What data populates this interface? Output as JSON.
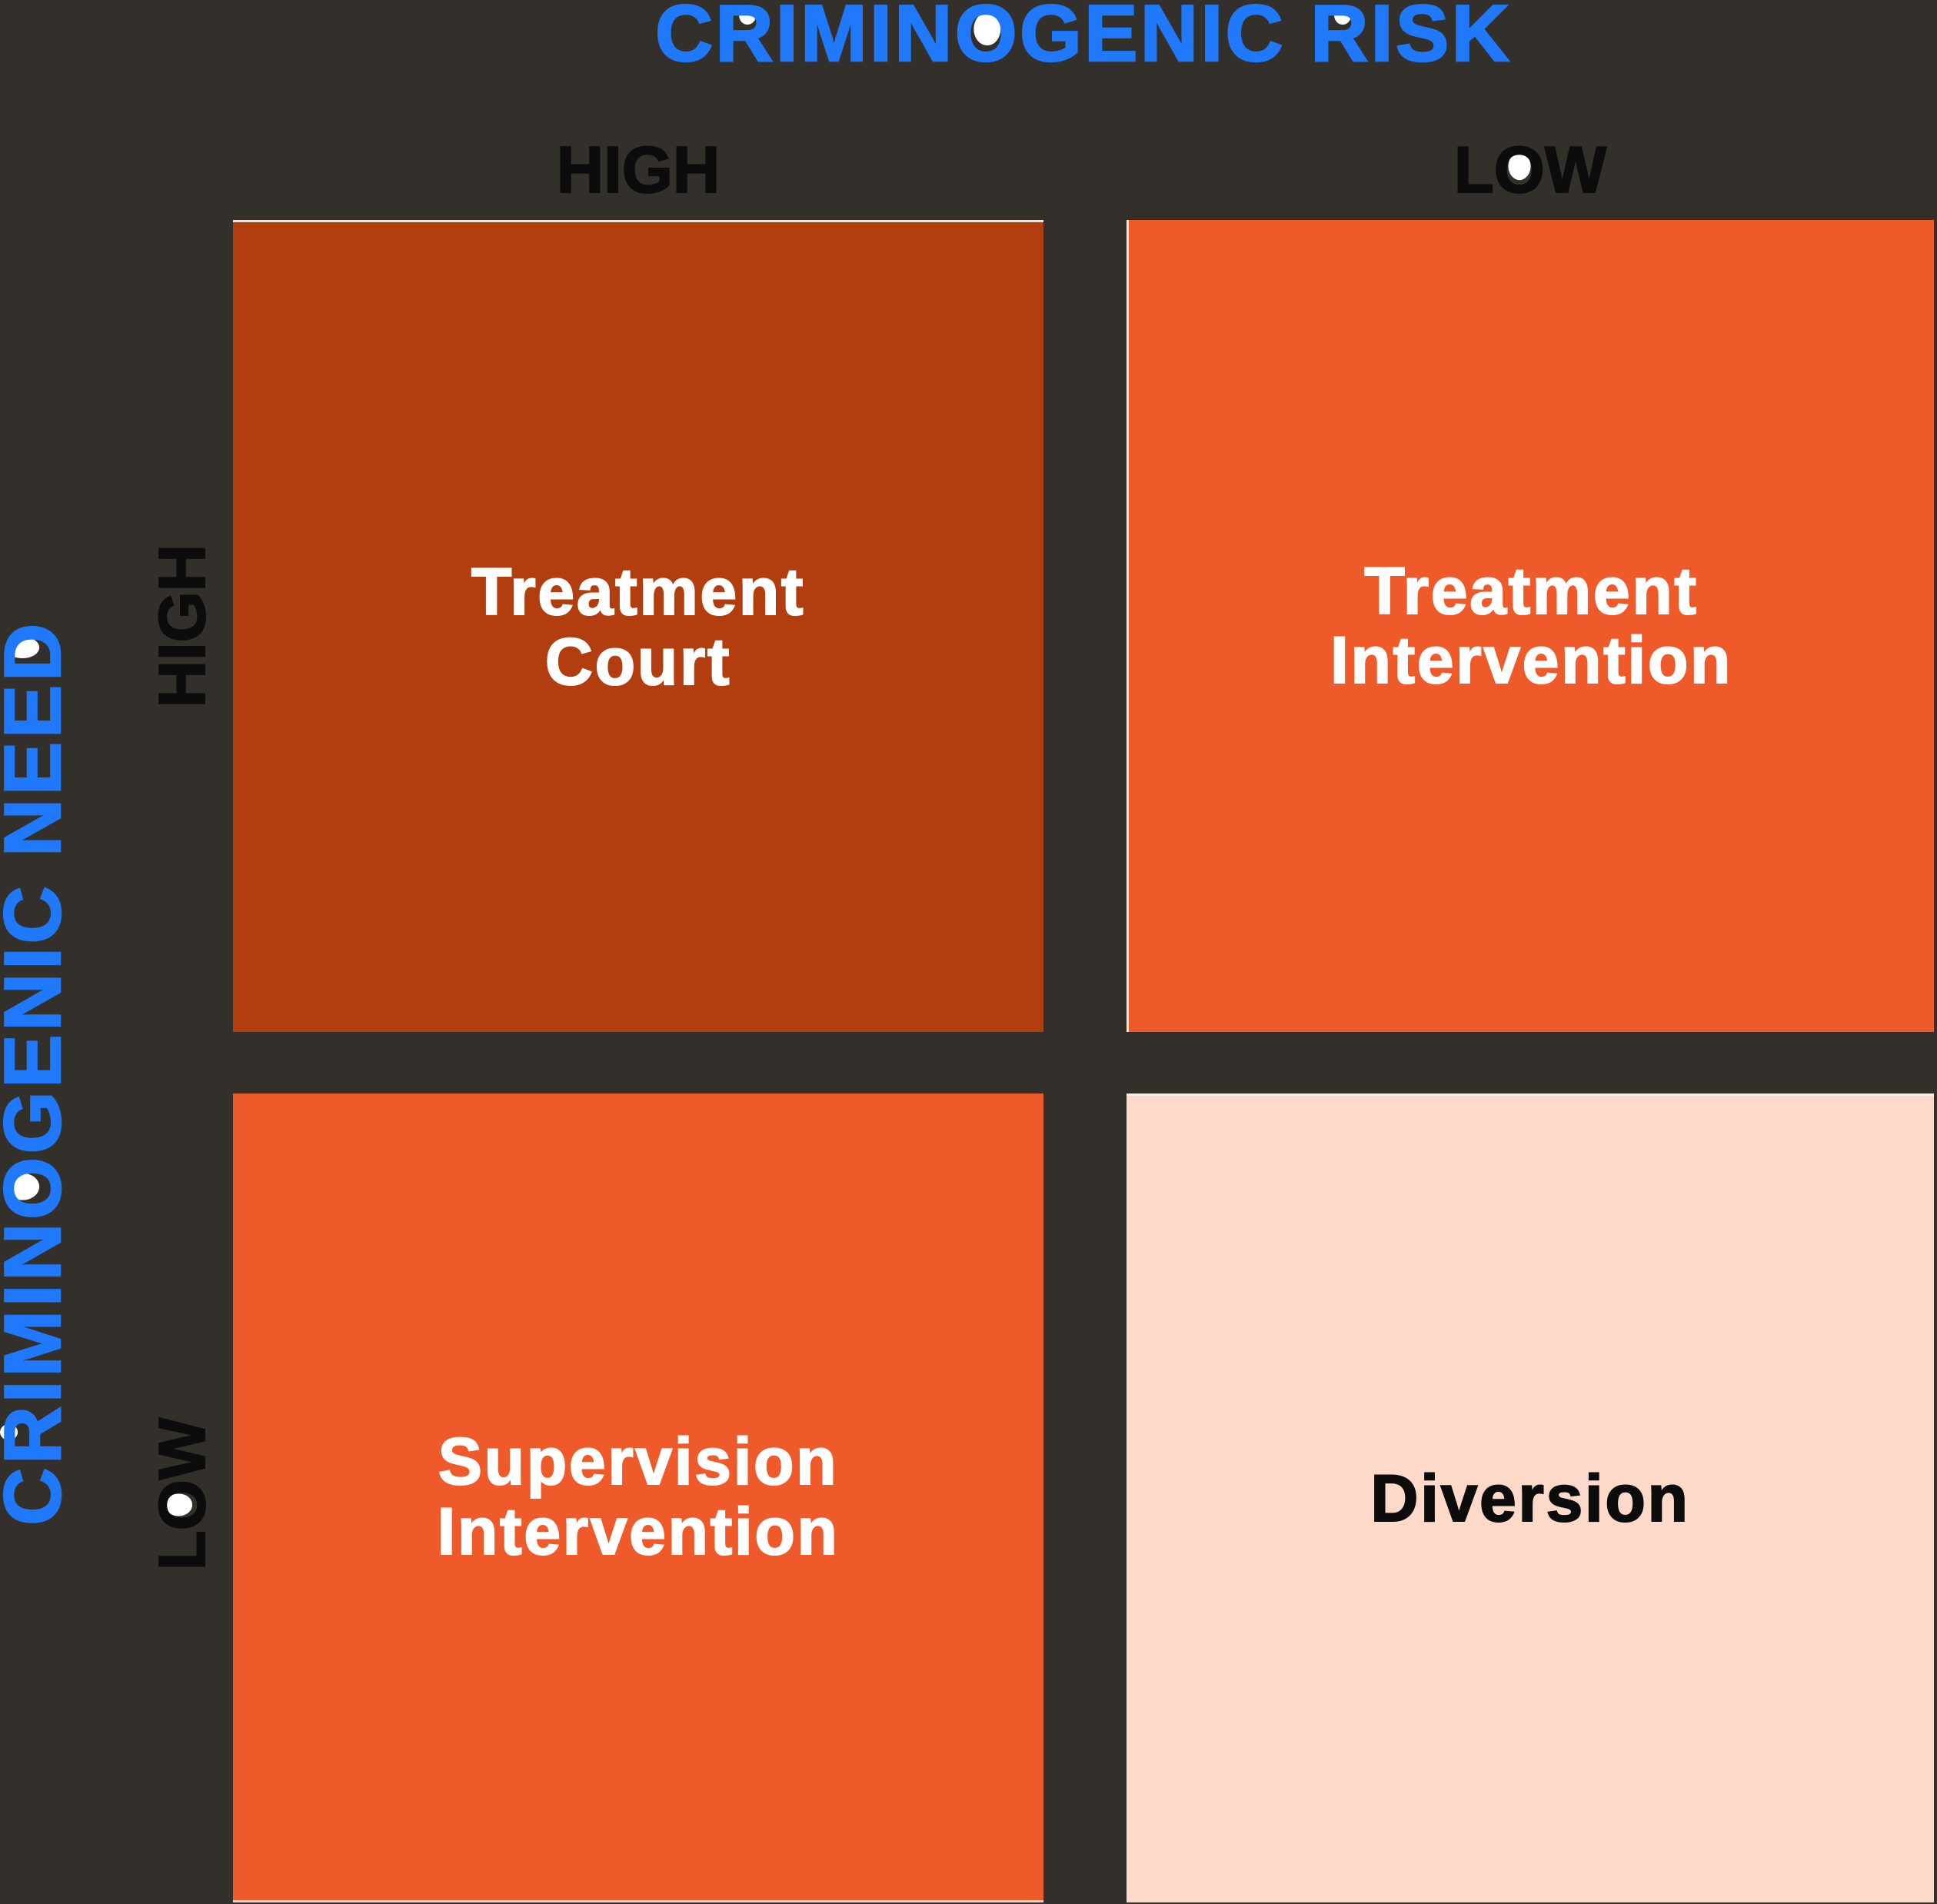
{
  "matrix": {
    "x_axis": {
      "title": "CRIMINOGENIC RISK",
      "left_tick": "HIGH",
      "right_tick": "LOW"
    },
    "y_axis": {
      "title": "CRIMINOGENIC NEED",
      "top_tick": "HIGH",
      "bottom_tick": "LOW"
    },
    "quadrants": [
      {
        "position": "top-left",
        "label_lines": [
          "Treatment",
          "Court"
        ],
        "bg": "#B23E10",
        "text_color": "#FFFFFF"
      },
      {
        "position": "top-right",
        "label_lines": [
          "Treatment",
          "Intervention"
        ],
        "bg": "#EF5A2B",
        "text_color": "#FFFFFF"
      },
      {
        "position": "bottom-left",
        "label_lines": [
          "Supervision",
          "Intervention"
        ],
        "bg": "#EF5A2B",
        "text_color": "#FFFFFF"
      },
      {
        "position": "bottom-right",
        "label_lines": [
          "Diversion"
        ],
        "bg": "#FDD9CA",
        "text_color": "#0C0C0C"
      }
    ],
    "colors": {
      "background": "#33302C",
      "axis_title": "#1F79FA",
      "tick_label": "#0C0C0C",
      "letter_counter_fill": "#FFFFFF"
    }
  }
}
